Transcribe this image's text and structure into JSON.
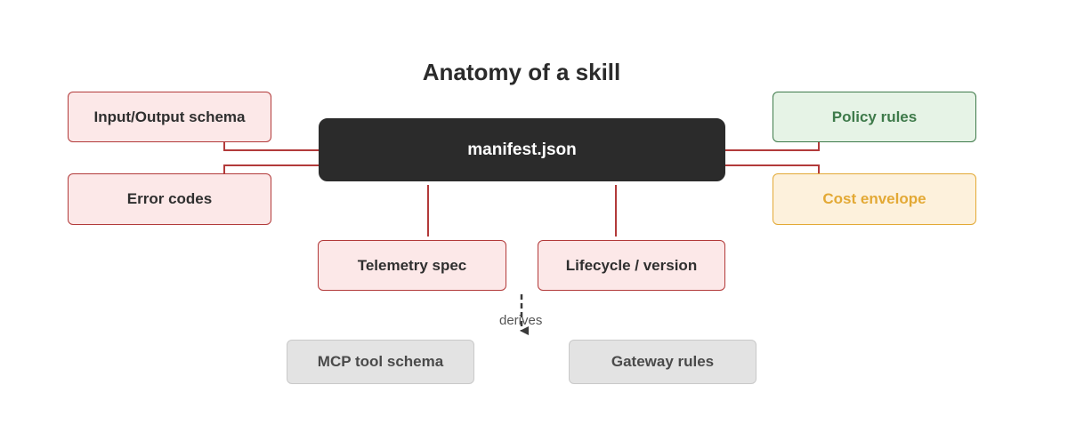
{
  "diagram": {
    "title": "Anatomy of a skill",
    "center": {
      "label": "manifest.json"
    },
    "components": {
      "io_schema": "Input/Output schema",
      "error_codes": "Error codes",
      "policy_rules": "Policy rules",
      "cost_envelope": "Cost envelope",
      "telemetry_spec": "Telemetry spec",
      "lifecycle_version": "Lifecycle / version"
    },
    "derived": {
      "edge_label": "derives",
      "mcp_tool_schema": "MCP tool schema",
      "gateway_rules": "Gateway rules"
    },
    "colors": {
      "connector": "#b23a3a",
      "center_fill": "#2b2b2b",
      "component_fill": "#fce8e8",
      "policy_fill": "#e6f3e6",
      "policy_accent": "#3e7a4a",
      "cost_fill": "#fdf1dc",
      "cost_accent": "#e3a935",
      "derived_fill": "#e3e3e3"
    }
  }
}
